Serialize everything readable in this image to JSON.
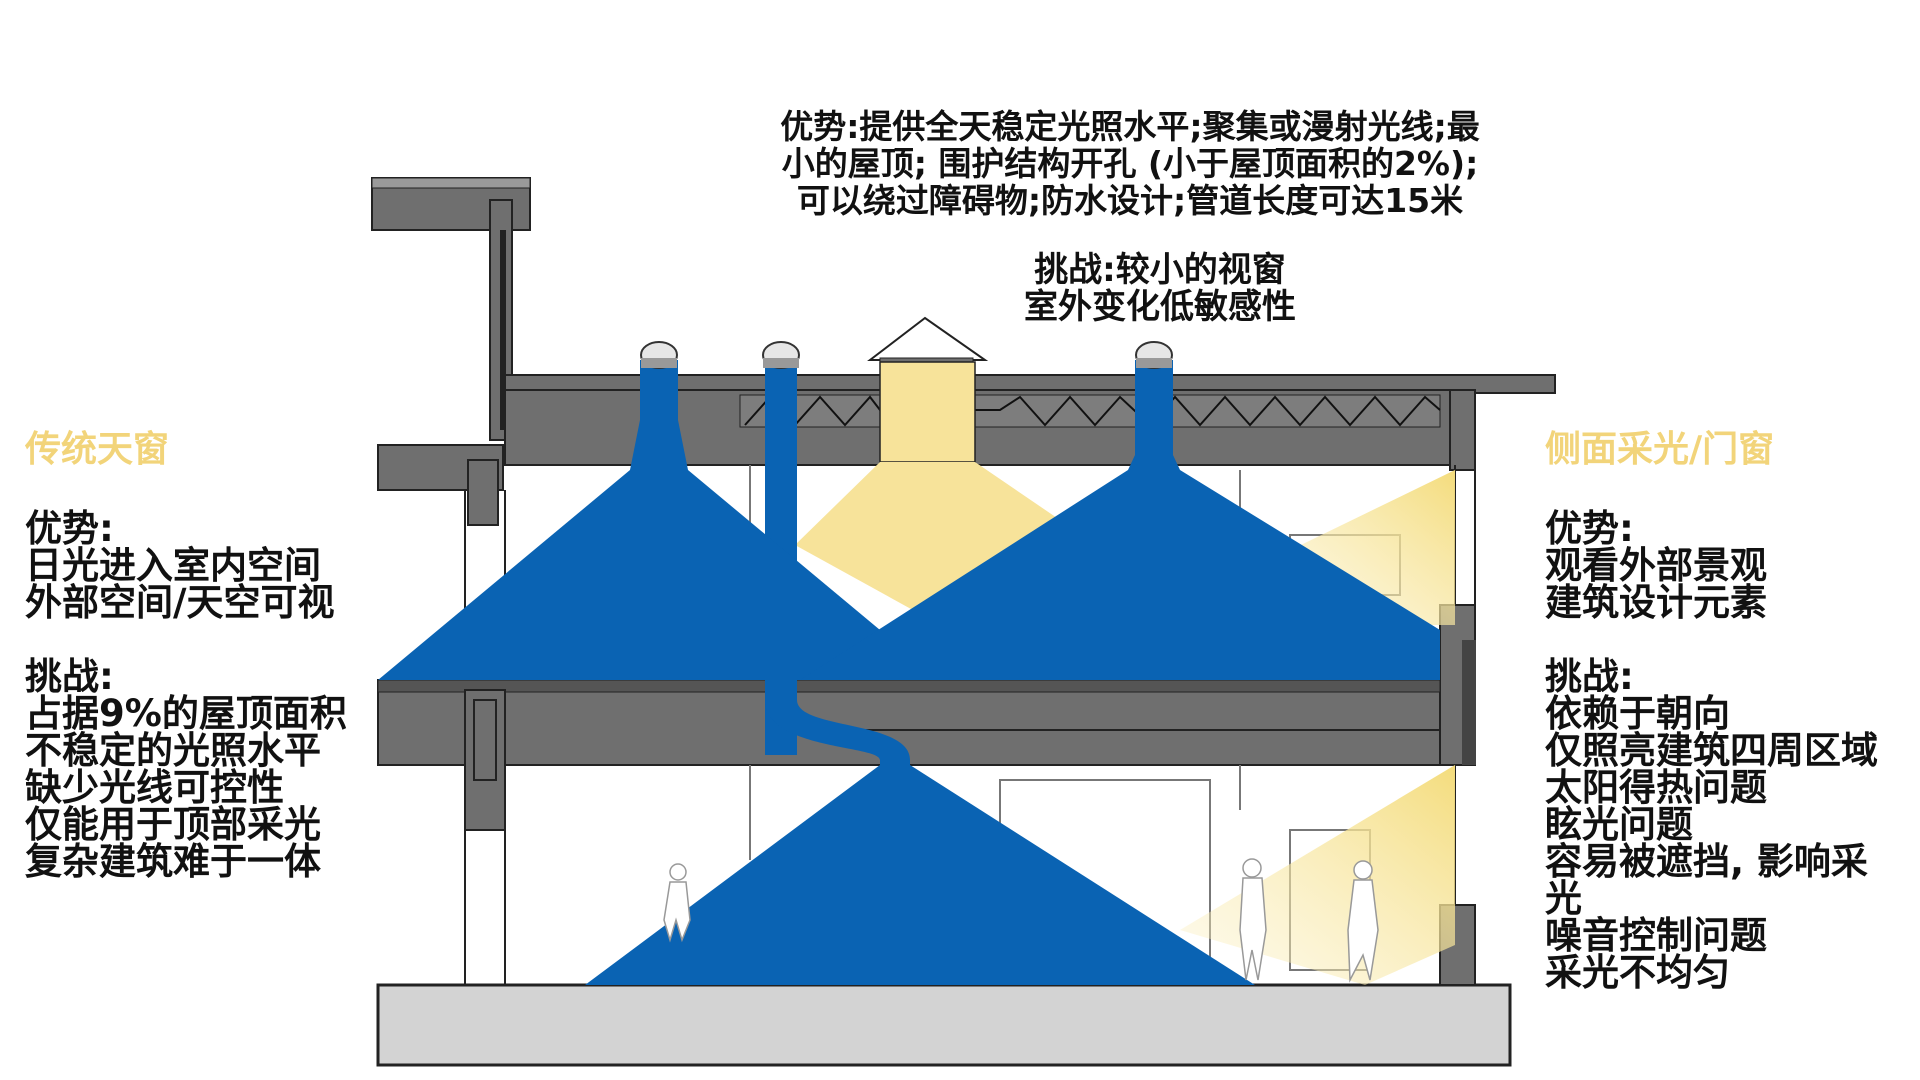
{
  "top_note": {
    "advantages": [
      "优势:提供全天稳定光照水平;聚集或漫射光线;最",
      "小的屋顶; 围护结构开孔 (小于屋顶面积的2%);",
      "可以绕过障碍物;防水设计;管道长度可达15米"
    ],
    "challenges": [
      "挑战:较小的视窗",
      "室外变化低敏感性"
    ]
  },
  "left_panel": {
    "heading": "传统天窗",
    "advantages_title": "优势:",
    "advantages": [
      "日光进入室内空间",
      "外部空间/天空可视"
    ],
    "challenges_title": "挑战:",
    "challenges": [
      "占据9%的屋顶面积",
      "不稳定的光照水平",
      "缺少光线可控性",
      "仅能用于顶部采光",
      "复杂建筑难于一体"
    ]
  },
  "right_panel": {
    "heading": "侧面采光/门窗",
    "advantages_title": "优势:",
    "advantages": [
      "观看外部景观",
      "建筑设计元素"
    ],
    "challenges_title": "挑战:",
    "challenges": [
      "依赖于朝向",
      "仅照亮建筑四周区域",
      "太阳得热问题",
      "眩光问题",
      "容易被遮挡, 影响采",
      "光",
      "噪音控制问题",
      "采光不均匀"
    ]
  },
  "colors": {
    "tube_light": "#0a63b3",
    "skylight_light": "#f7e39a",
    "structure": "#6f6f6f",
    "ground": "#d3d3d3",
    "heading": "#f2d47a"
  }
}
